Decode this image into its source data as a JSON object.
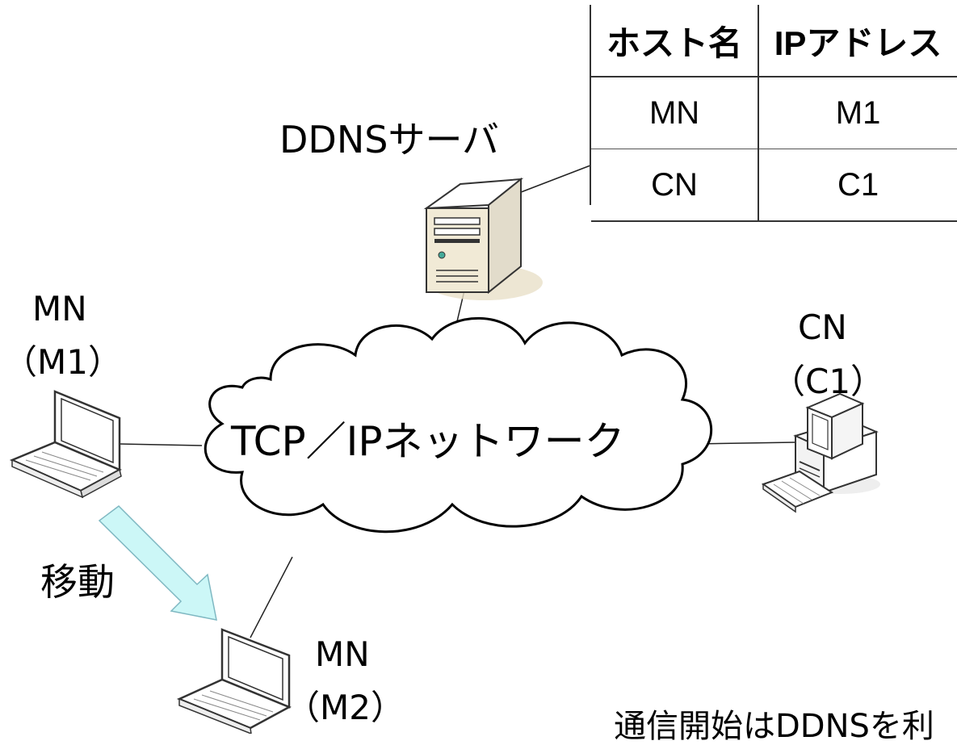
{
  "server": {
    "label": "DDNSサーバ"
  },
  "dns_table": {
    "headers": [
      "ホスト名",
      "IPアドレス"
    ],
    "rows": [
      [
        "MN",
        "M1"
      ],
      [
        "CN",
        "C1"
      ]
    ]
  },
  "network": {
    "label": "TCP／IPネットワーク"
  },
  "mn_before": {
    "name": "MN",
    "address": "（M1）"
  },
  "mn_after": {
    "name": "MN",
    "address": "（M2）"
  },
  "cn": {
    "name": "CN",
    "address": "（C1）"
  },
  "move": {
    "label": "移動"
  },
  "footer": {
    "text": "通信開始はDDNSを利"
  },
  "colors": {
    "cloud_fill": "#ffffff",
    "cloud_stroke": "#000000",
    "arrow_fill": "#ccf7f7",
    "arrow_stroke": "#7fb8c2",
    "server_body": "#f1ead6",
    "drop_shadow": "#e8e0c8"
  }
}
